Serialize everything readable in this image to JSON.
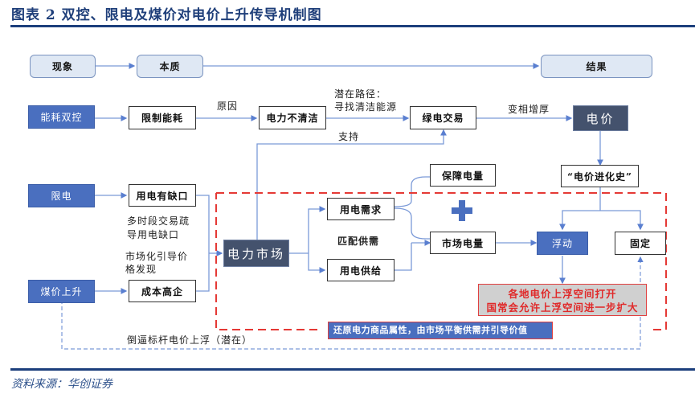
{
  "title": "图表 2   双控、限电及煤价对电价上升传导机制图",
  "source": "资料来源：华创证券",
  "headers": {
    "phenomenon": "现象",
    "essence": "本质",
    "result": "结果"
  },
  "causes": {
    "dual_control": "能耗双控",
    "power_cut": "限电",
    "coal_price": "煤价上升"
  },
  "nodes": {
    "limit_energy": "限制能耗",
    "power_unclean": "电力不清洁",
    "green_trade": "绿电交易",
    "power_price": "电价",
    "power_gap": "用电有缺口",
    "high_cost": "成本高企",
    "power_market": "电力市场",
    "demand": "用电需求",
    "supply": "用电供给",
    "guaranteed": "保障电量",
    "market_volume": "市场电量",
    "price_history": "“电价进化史”",
    "floating": "浮动",
    "fixed": "固定"
  },
  "labels": {
    "reason": "原因",
    "potential_path_1": "潜在路径：",
    "potential_path_2": "寻找清洁能源",
    "support": "支持",
    "disguised_increase": "变相增厚",
    "multi_period_1": "多时段交易疏",
    "multi_period_2": "导用电缺口",
    "marketization_1": "市场化引导价",
    "marketization_2": "格发现",
    "match": "匹配供需",
    "reverse": "倒逼标杆电价上浮（潜在）"
  },
  "callouts": {
    "float_space_1": "各地电价上浮空间打开",
    "float_space_2": "国常会允许上浮空间进一步扩大",
    "restore": "还原电力商品属性，由市场平衡供需并引导价值"
  },
  "colors": {
    "title": "#1f3f7a",
    "accent_blue": "#4a6fbf",
    "dark_navy": "#44526d",
    "dashed_red": "#e53935",
    "connector": "#6f8fd0"
  }
}
